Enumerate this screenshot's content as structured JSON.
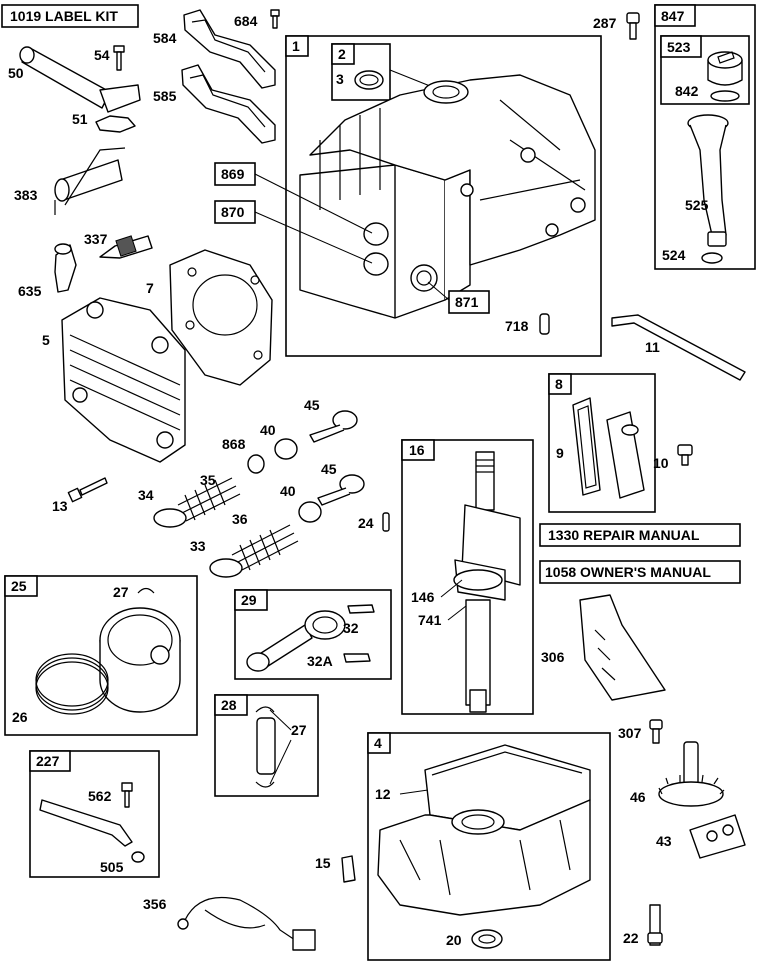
{
  "kits": {
    "label_kit": "1019 LABEL KIT",
    "repair_manual": "1330 REPAIR MANUAL",
    "owners_manual": "1058 OWNER'S MANUAL"
  },
  "groups": {
    "g1": "1",
    "g2": "2",
    "g847": "847",
    "g523": "523",
    "g869": "869",
    "g870": "870",
    "g871": "871",
    "g8": "8",
    "g16": "16",
    "g25": "25",
    "g29": "29",
    "g28": "28",
    "g227": "227",
    "g4": "4"
  },
  "parts": {
    "p684": "684",
    "p584": "584",
    "p585": "585",
    "p50": "50",
    "p54": "54",
    "p51": "51",
    "p383": "383",
    "p337": "337",
    "p635": "635",
    "p7": "7",
    "p5": "5",
    "p3": "3",
    "p287": "287",
    "p842": "842",
    "p525": "525",
    "p524": "524",
    "p718": "718",
    "p11": "11",
    "p9": "9",
    "p10": "10",
    "p45a": "45",
    "p45b": "45",
    "p868": "868",
    "p40a": "40",
    "p40b": "40",
    "p35": "35",
    "p34": "34",
    "p36": "36",
    "p33": "33",
    "p13": "13",
    "p24": "24",
    "p146": "146",
    "p741": "741",
    "p306": "306",
    "p27a": "27",
    "p26": "26",
    "p32": "32",
    "p32a": "32A",
    "p27b": "27",
    "p307": "307",
    "p562": "562",
    "p505": "505",
    "p12": "12",
    "p46": "46",
    "p43": "43",
    "p15": "15",
    "p356": "356",
    "p20": "20",
    "p22": "22"
  }
}
